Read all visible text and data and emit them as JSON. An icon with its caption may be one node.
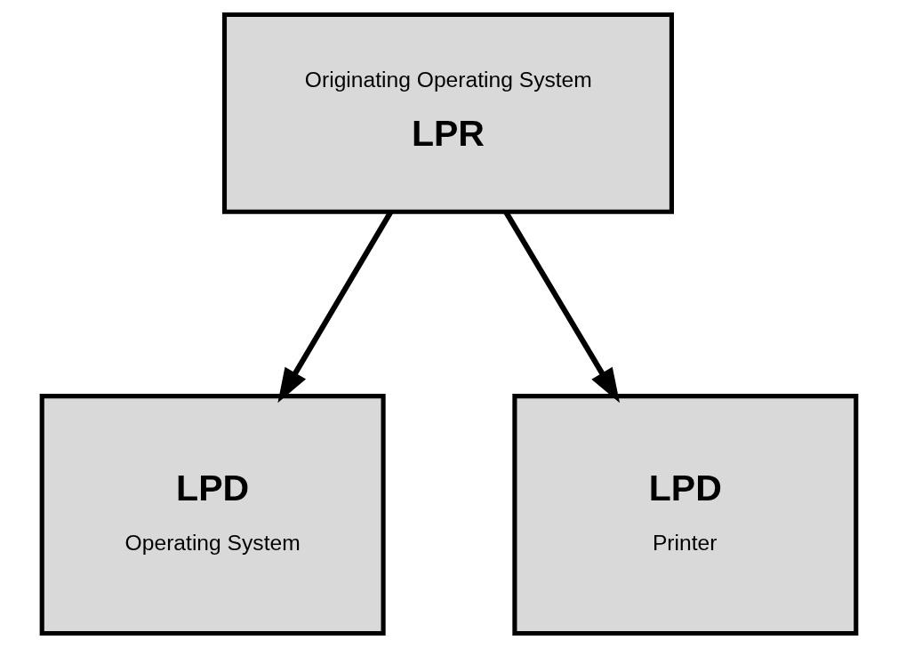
{
  "diagram": {
    "nodes": [
      {
        "text": [
          "Originating Operating System",
          "LPR"
        ]
      },
      {
        "text": [
          "LPD",
          "Operating System"
        ]
      },
      {
        "text": [
          "LPD",
          "Printer"
        ]
      }
    ],
    "edges": [
      {
        "from": 0,
        "to": 1,
        "arrow": "to"
      },
      {
        "from": 0,
        "to": 2,
        "arrow": "to"
      }
    ]
  }
}
